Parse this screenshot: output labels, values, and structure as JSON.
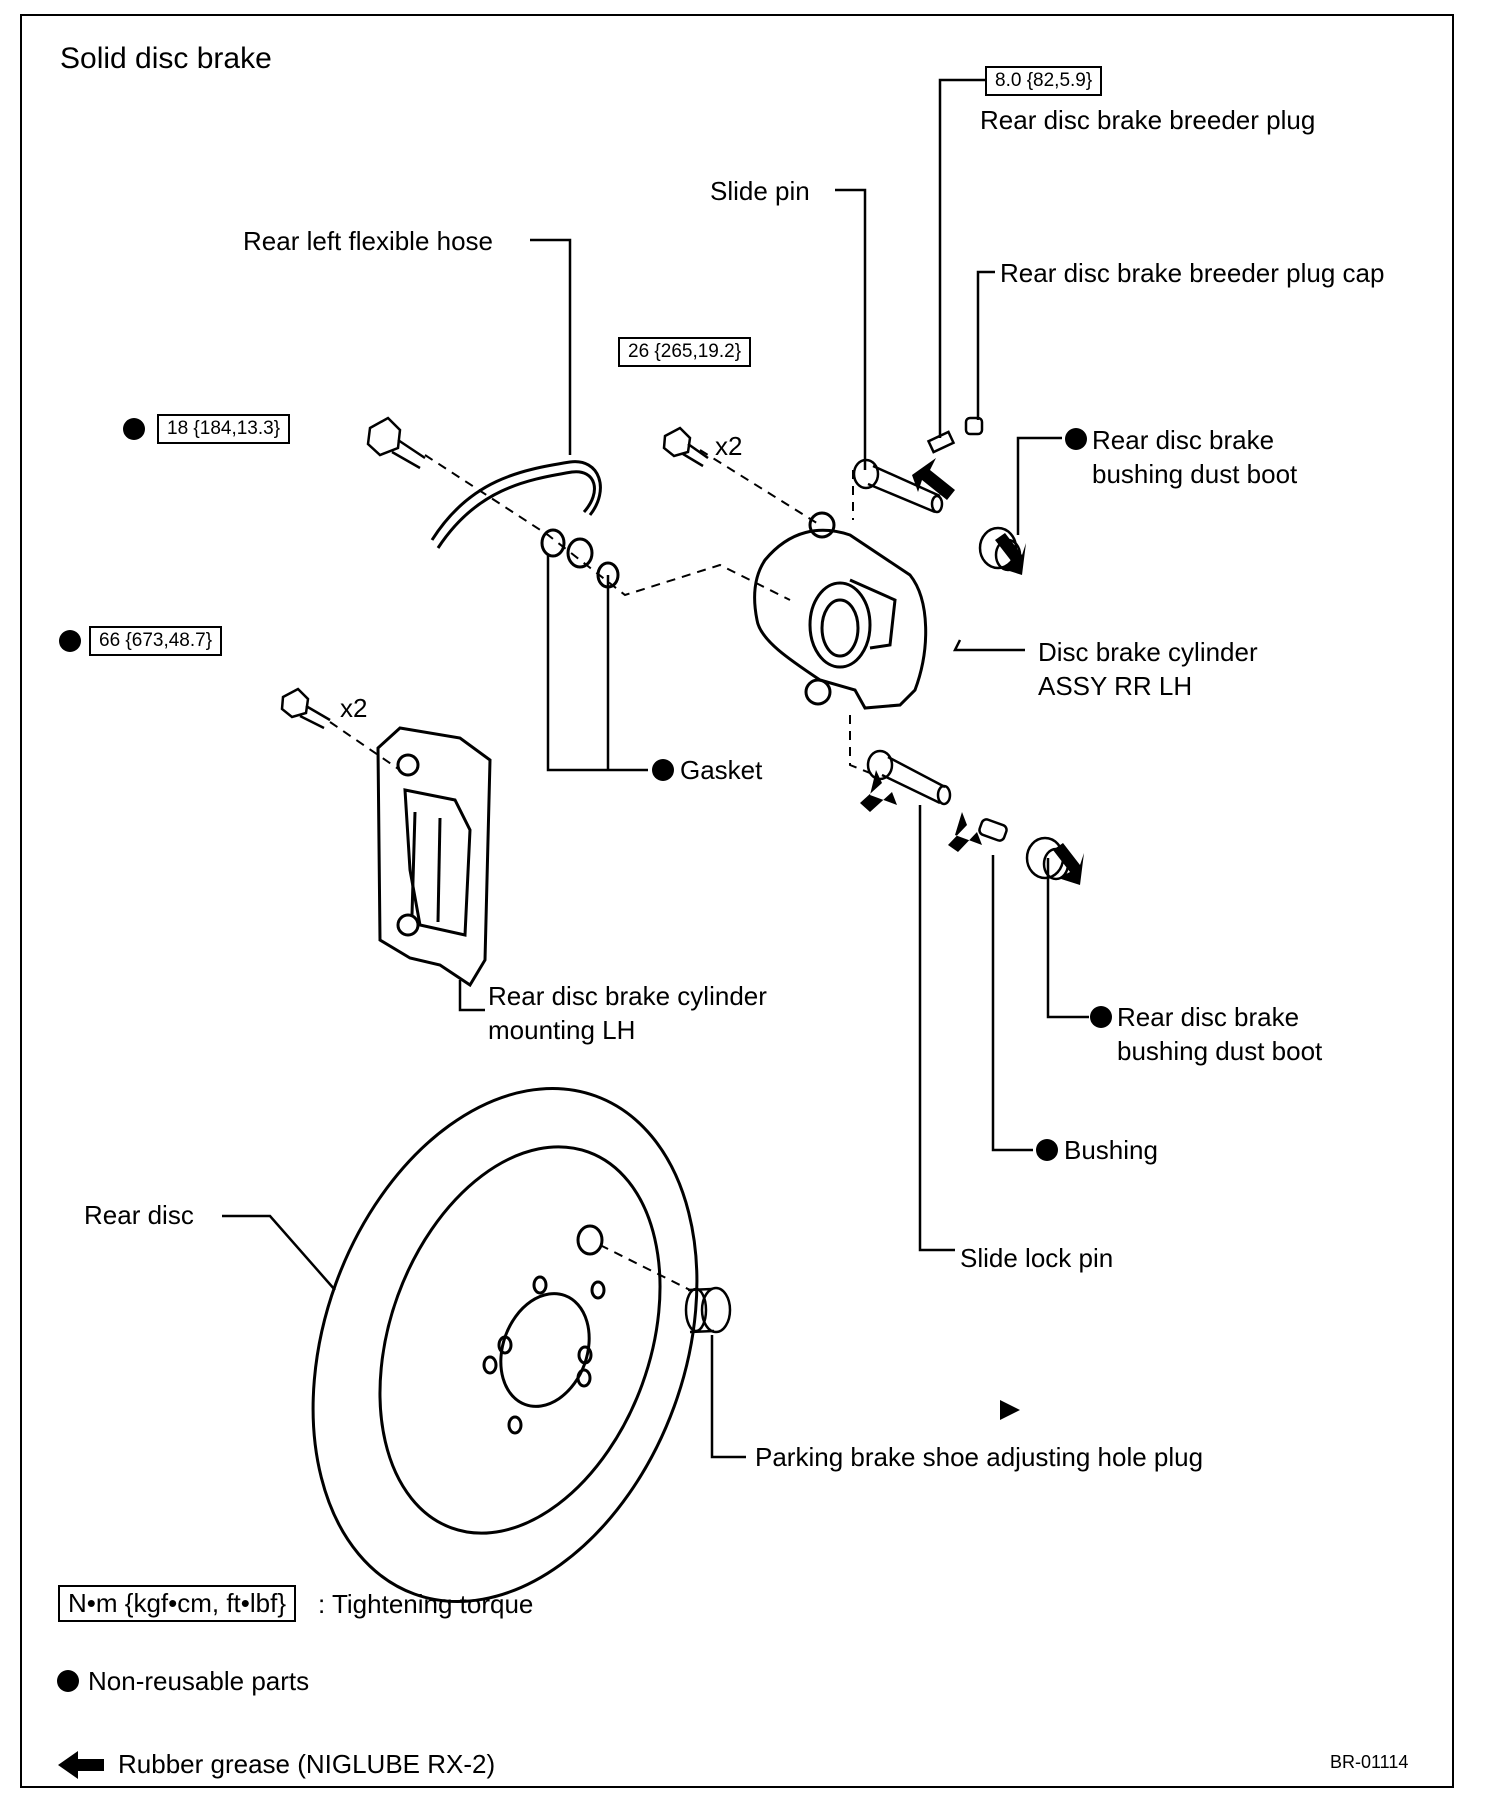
{
  "title": "Solid disc brake",
  "torques": {
    "bleeder": "8.0 {82,5.9}",
    "caliper_bolt": "26 {265,19.2}",
    "union_bolt": "18 {184,13.3}",
    "mounting_bolt": "66 {673,48.7}"
  },
  "quantities": {
    "caliper_bolt": "x2",
    "mounting_bolt": "x2"
  },
  "labels": {
    "bleeder_plug": "Rear disc brake breeder plug",
    "slide_pin": "Slide pin",
    "flexible_hose": "Rear left flexible hose",
    "bleeder_cap": "Rear disc brake breeder plug cap",
    "dust_boot_upper_1": "Rear disc brake",
    "dust_boot_upper_2": "bushing dust boot",
    "cylinder_1": "Disc brake cylinder",
    "cylinder_2": "ASSY RR LH",
    "gasket": "Gasket",
    "mounting_1": "Rear disc brake cylinder",
    "mounting_2": "mounting LH",
    "dust_boot_lower_1": "Rear disc brake",
    "dust_boot_lower_2": "bushing dust boot",
    "bushing": "Bushing",
    "rear_disc": "Rear disc",
    "slide_lock_pin": "Slide lock pin",
    "hole_plug": "Parking brake shoe adjusting hole plug"
  },
  "legend": {
    "torque_box": "N•m {kgf•cm, ft•lbf}",
    "torque_text": ": Tightening torque",
    "non_reusable": "Non-reusable parts",
    "grease": "Rubber grease (NIGLUBE RX-2)"
  },
  "code": "BR-01114"
}
